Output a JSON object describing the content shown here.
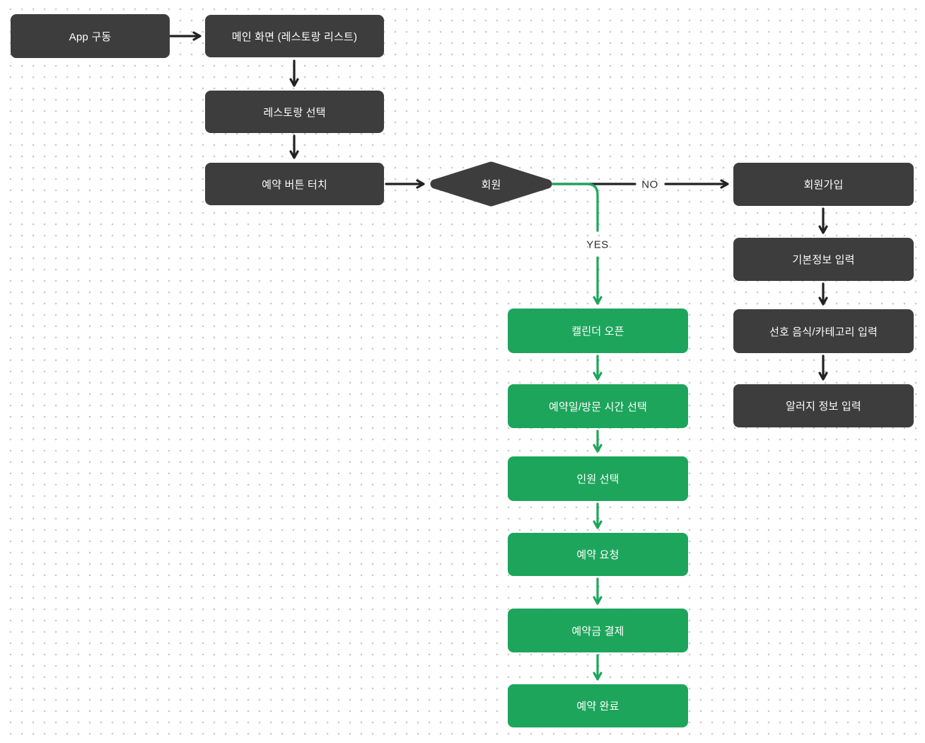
{
  "flowchart": {
    "nodes": {
      "app_start": {
        "label": "App 구동"
      },
      "main_screen": {
        "label": "메인 화면 (레스토랑 리스트)"
      },
      "restaurant_select": {
        "label": "레스토랑 선택"
      },
      "reserve_button_touch": {
        "label": "예약 버튼 터치"
      },
      "member_decision": {
        "label": "회원"
      },
      "signup": {
        "label": "회원가입"
      },
      "basic_info": {
        "label": "기본정보 입력"
      },
      "food_category": {
        "label": "선호 음식/카테고리 입력"
      },
      "allergy_info": {
        "label": "알러지 정보 입력"
      },
      "calendar_open": {
        "label": "캘린더 오픈"
      },
      "date_time_select": {
        "label": "예약일/방문 시간 선택"
      },
      "people_select": {
        "label": "인원 선택"
      },
      "reserve_request": {
        "label": "예약 요청"
      },
      "deposit_payment": {
        "label": "예약금 결제"
      },
      "reserve_complete": {
        "label": "예약 완료"
      }
    },
    "edge_labels": {
      "yes": "YES",
      "no": "NO"
    },
    "colors": {
      "node_dark": "#3d3d3d",
      "node_green": "#1ea55c",
      "edge_black": "#222222",
      "edge_green": "#1ea55c",
      "node_text": "#ffffff",
      "edge_label_text": "#2e2e2e",
      "background": "#ffffff",
      "grid_dot": "#c9c9c9"
    }
  }
}
